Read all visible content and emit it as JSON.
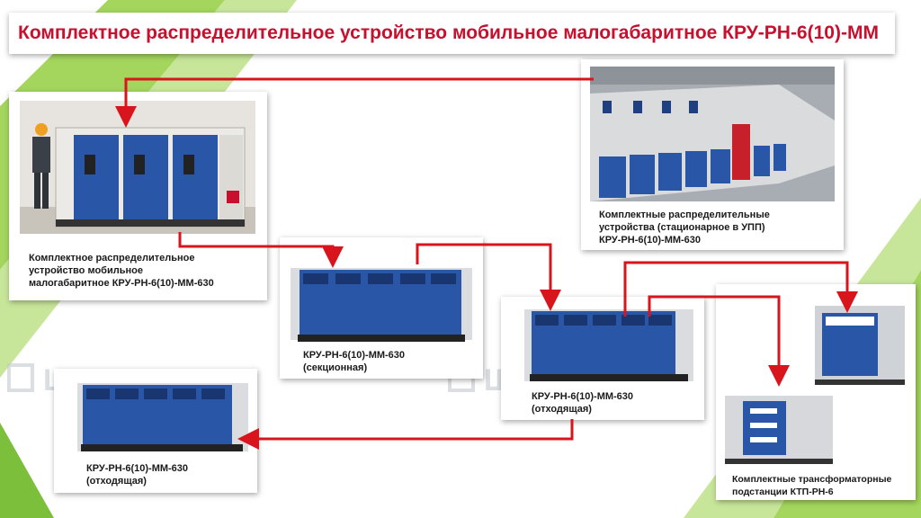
{
  "slide": {
    "title": "Комплектное распределительное устройство мобильное малогабаритное КРУ-РН-6(10)-ММ",
    "watermark_text": "ШЭЛА",
    "colors": {
      "title_red": "#c8102e",
      "connector_red": "#d8141c",
      "green_light": "#a4d65e",
      "green_dark": "#7cbf3a",
      "cabinet_blue": "#2a56a8"
    }
  },
  "cards": {
    "main": {
      "caption_lines": [
        "Комплектное распределительное",
        "устройство мобильное",
        "малогабаритное КРУ-РН-6(10)-ММ-630"
      ]
    },
    "stationary": {
      "caption_lines": [
        "Комплектные распределительные",
        "устройства (стационарное в УПП)",
        "КРУ-РН-6(10)-ММ-630"
      ]
    },
    "sectional": {
      "caption_lines": [
        "КРУ-РН-6(10)-ММ-630",
        "(секционная)"
      ]
    },
    "outgoing_mid": {
      "caption_lines": [
        "КРУ-РН-6(10)-ММ-630",
        "(отходящая)"
      ]
    },
    "outgoing_left": {
      "caption_lines": [
        "КРУ-РН-6(10)-ММ-630",
        "(отходящая)"
      ]
    },
    "ktp": {
      "caption_lines": [
        "Комплектные трансформаторные",
        "подстанции КТП-РН-6"
      ]
    }
  }
}
